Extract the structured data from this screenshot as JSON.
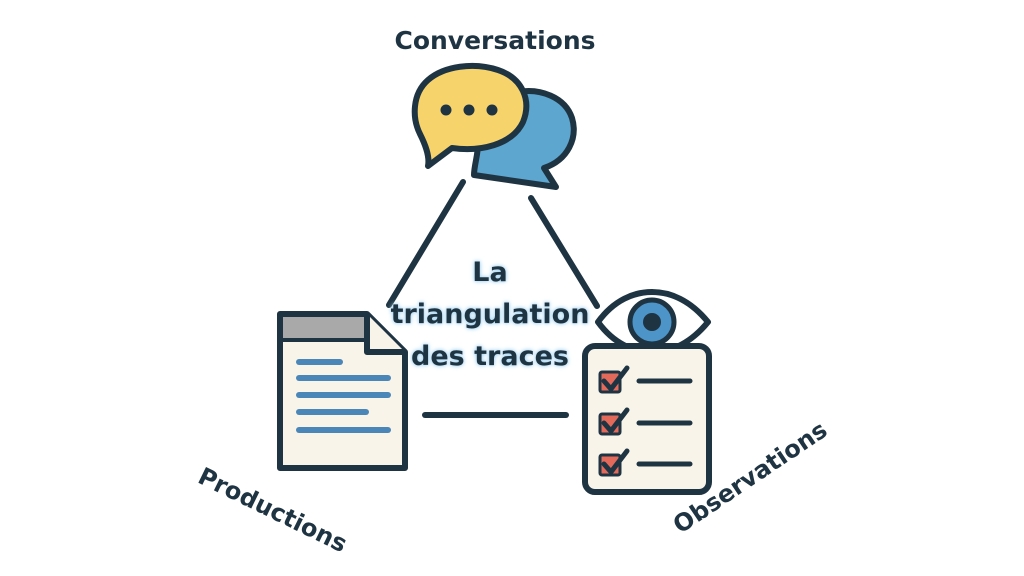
{
  "labels": {
    "top": "Conversations",
    "left": "Productions",
    "right": "Observations"
  },
  "center": {
    "line1": "La",
    "line2": "triangulation",
    "line3": "des traces"
  },
  "colors": {
    "outline": "#1f3442",
    "bubble_yellow": "#f7d36b",
    "bubble_blue": "#5da6cf",
    "paper": "#f8f4e9",
    "doc_header": "#a9a9a9",
    "doc_lines": "#4a86b8",
    "check_box": "#e3695b",
    "eye_iris": "#4d94c9"
  },
  "icons": [
    "speech-bubbles-icon",
    "document-icon",
    "eye-icon",
    "checklist-icon"
  ]
}
